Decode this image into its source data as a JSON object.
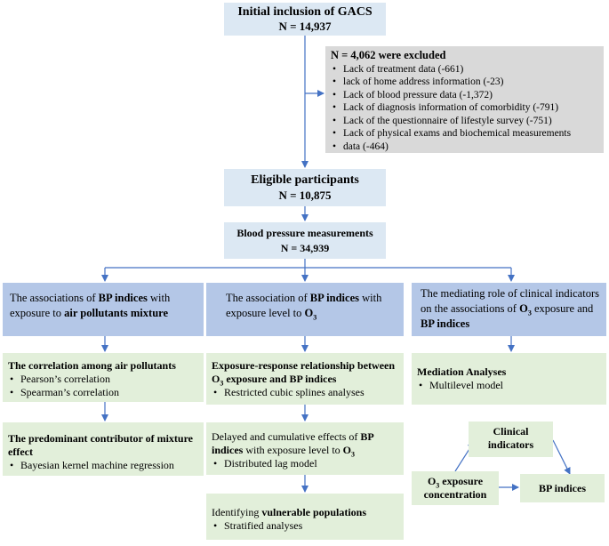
{
  "top": {
    "title": "Initial inclusion of GACS",
    "n": "N = 14,937"
  },
  "excluded": {
    "title": "N = 4,062 were excluded",
    "items": [
      "Lack of treatment data (-661)",
      "lack of home address information (-23)",
      "Lack of blood pressure data (-1,372)",
      "Lack of diagnosis information of comorbidity (-791)",
      "Lack of the questionnaire of lifestyle survey (-751)",
      "Lack of physical exams and biochemical measurements",
      "data (-464)"
    ]
  },
  "eligible": {
    "title": "Eligible participants",
    "n": "N = 10,875"
  },
  "bp": {
    "title": "Blood pressure measurements",
    "n": "N = 34,939"
  },
  "col1": {
    "header": {
      "t1": "The associations of ",
      "b1": "BP indices",
      "t2": " with exposure to ",
      "b2": "air pollutants mixture"
    },
    "box1": {
      "title": "The correlation among air pollutants",
      "items": [
        "Pearson’s correlation",
        "Spearman’s correlation"
      ]
    },
    "box2": {
      "title": "The predominant contributor of mixture effect",
      "items": [
        "Bayesian kernel machine regression"
      ]
    }
  },
  "col2": {
    "header": {
      "t1": "The association of ",
      "b1": "BP indices",
      "t2": " with exposure level to ",
      "b2": "O",
      "sub": "3"
    },
    "box1": {
      "title_a": "Exposure-response relationship between O",
      "sub": "3",
      "title_b": " exposure and BP indices",
      "items": [
        "Restricted cubic splines analyses"
      ]
    },
    "box2": {
      "t1": "Delayed and cumulative effects of ",
      "b1": "BP indices",
      "b2": " with exposure level to ",
      "b3": "O",
      "sub": "3",
      "items": [
        "Distributed lag model"
      ]
    },
    "box3": {
      "t1": "Identifying ",
      "b1": "vulnerable populations",
      "items": [
        "Stratified analyses"
      ]
    }
  },
  "col3": {
    "header": {
      "t1": "The mediating role of clinical indicators on the associations of ",
      "b1": "O",
      "sub": "3",
      "t2": " exposure and ",
      "b2": "BP indices"
    },
    "box1": {
      "title": "Mediation Analyses",
      "items": [
        "Multilevel model"
      ]
    }
  },
  "mediation": {
    "clinical": "Clinical indicators",
    "o3_a": "O",
    "o3_sub": "3",
    "o3_b": " exposure concentration",
    "bp": "BP indices"
  },
  "colors": {
    "pale_blue": "#dce8f3",
    "mid_blue": "#b4c7e7",
    "green": "#e2efda",
    "grey": "#d9d9d9",
    "arrow": "#4472c4"
  }
}
